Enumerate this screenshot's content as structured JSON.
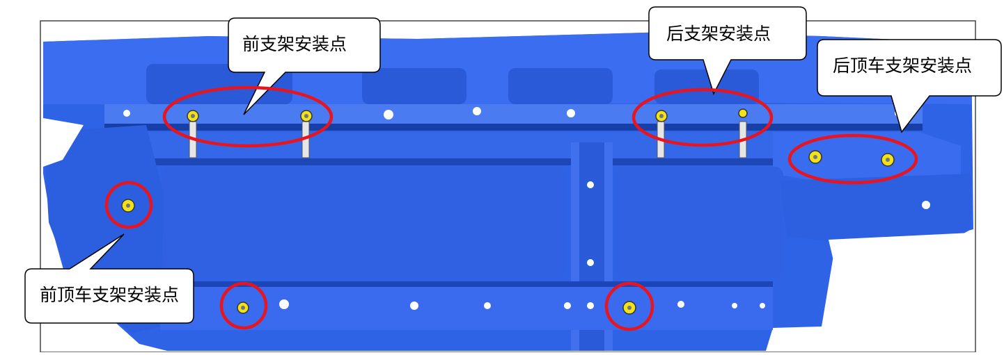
{
  "callouts": {
    "front_bracket": "前支架安装点",
    "rear_bracket": "后支架安装点",
    "rear_roof_bracket": "后顶车支架安装点",
    "front_roof_bracket": "前顶车支架安装点"
  },
  "colors": {
    "panel_blue": "#2f63e6",
    "panel_dark": "#1c46b8",
    "panel_light": "#5d8bf2",
    "highlight_ring": "#e8141e",
    "mount_point": "#f2e21a",
    "callout_border": "#000000"
  },
  "icons": {
    "mount_point": "mount-point-icon"
  }
}
